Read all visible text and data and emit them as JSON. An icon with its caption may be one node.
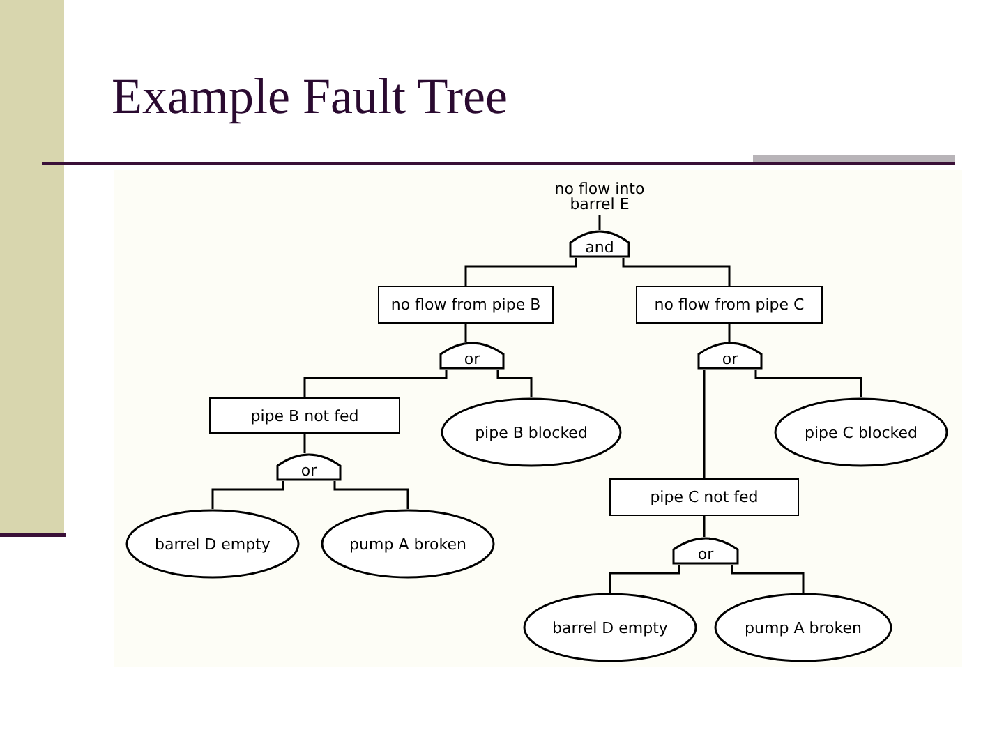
{
  "diagram": {
    "title": "Example Fault Tree",
    "nodes": [
      {
        "text": [
          "no flow into barrel E"
        ]
      },
      {
        "text": [
          "and"
        ]
      },
      {
        "text": [
          "no flow from pipe B"
        ]
      },
      {
        "text": [
          "no flow from pipe C"
        ]
      },
      {
        "text": [
          "or"
        ]
      },
      {
        "text": [
          "or"
        ]
      },
      {
        "text": [
          "pipe B not fed"
        ]
      },
      {
        "text": [
          "pipe B blocked"
        ]
      },
      {
        "text": [
          "or"
        ]
      },
      {
        "text": [
          "barrel D empty"
        ]
      },
      {
        "text": [
          "pump A broken"
        ]
      },
      {
        "text": [
          "pipe C blocked"
        ]
      },
      {
        "text": [
          "pipe C not fed"
        ]
      },
      {
        "text": [
          "or"
        ]
      },
      {
        "text": [
          "barrel D empty"
        ]
      },
      {
        "text": [
          "pump A broken"
        ]
      }
    ],
    "edges": [
      {
        "from": 0,
        "to": 1,
        "arrow": "none"
      },
      {
        "from": 1,
        "to": 2,
        "arrow": "none"
      },
      {
        "from": 1,
        "to": 3,
        "arrow": "none"
      },
      {
        "from": 2,
        "to": 4,
        "arrow": "none"
      },
      {
        "from": 3,
        "to": 5,
        "arrow": "none"
      },
      {
        "from": 4,
        "to": 6,
        "arrow": "none"
      },
      {
        "from": 4,
        "to": 7,
        "arrow": "none"
      },
      {
        "from": 5,
        "to": 12,
        "arrow": "none"
      },
      {
        "from": 5,
        "to": 11,
        "arrow": "none"
      },
      {
        "from": 6,
        "to": 8,
        "arrow": "none"
      },
      {
        "from": 8,
        "to": 9,
        "arrow": "none"
      },
      {
        "from": 8,
        "to": 10,
        "arrow": "none"
      },
      {
        "from": 12,
        "to": 13,
        "arrow": "none"
      },
      {
        "from": 13,
        "to": 14,
        "arrow": "none"
      },
      {
        "from": 13,
        "to": 15,
        "arrow": "none"
      }
    ]
  }
}
